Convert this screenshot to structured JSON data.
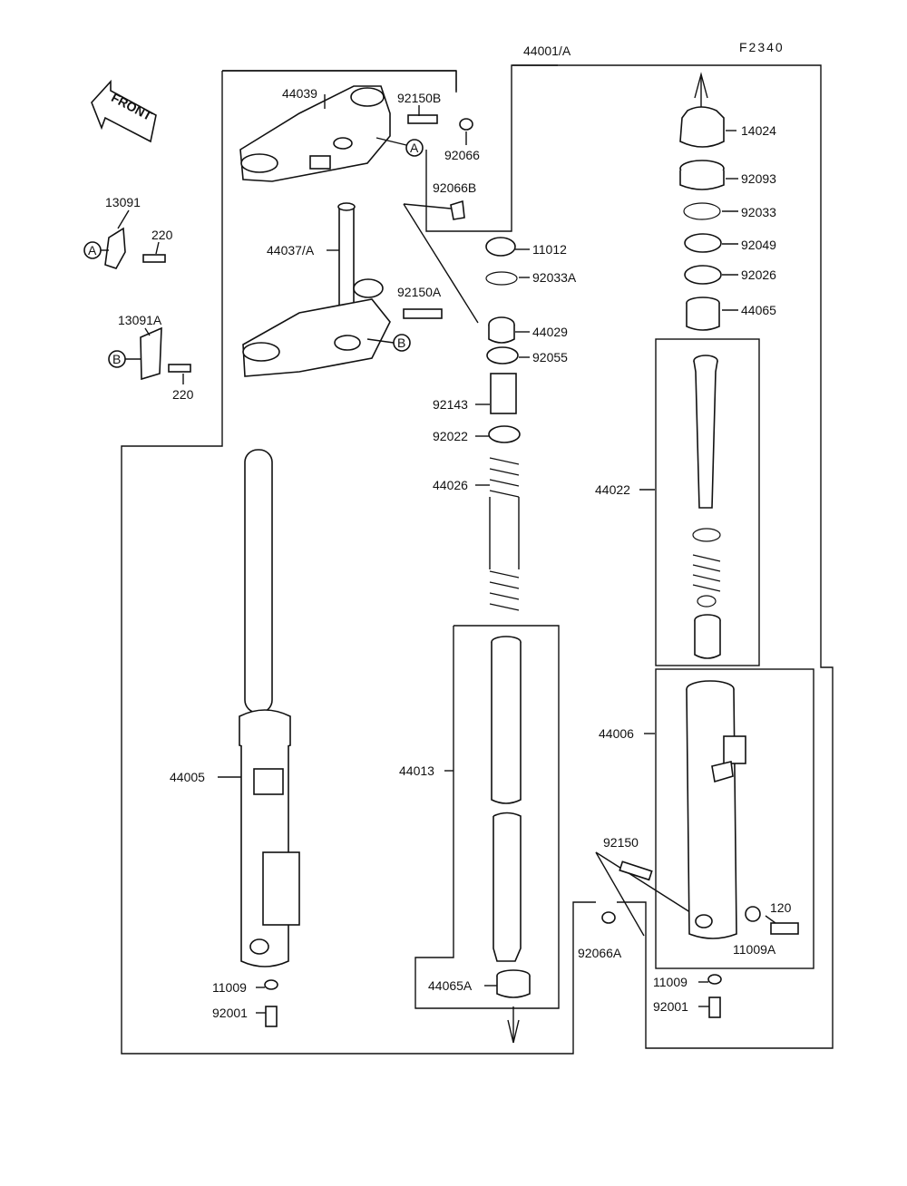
{
  "figure_code": "F2340",
  "front_label": "FRONT",
  "markers": {
    "a": "A",
    "b": "B"
  },
  "labels": {
    "p44001A": "44001/A",
    "p44039": "44039",
    "p92150B": "92150B",
    "p92066": "92066",
    "p92066B": "92066B",
    "p14024": "14024",
    "p92093": "92093",
    "p92033": "92033",
    "p92049": "92049",
    "p92026": "92026",
    "p44065": "44065",
    "p13091": "13091",
    "p220a": "220",
    "p44037A": "44037/A",
    "p11012": "11012",
    "p92033A": "92033A",
    "p92150A": "92150A",
    "p44029": "44029",
    "p13091A": "13091A",
    "p92055": "92055",
    "p220b": "220",
    "p92143": "92143",
    "p92022": "92022",
    "p44026": "44026",
    "p44022": "44022",
    "p44006": "44006",
    "p44005": "44005",
    "p44013": "44013",
    "p92150": "92150",
    "p120": "120",
    "p11009A": "11009A",
    "p92066A": "92066A",
    "p11009a": "11009",
    "p92001a": "92001",
    "p44065A": "44065A",
    "p11009b": "11009",
    "p92001b": "92001"
  }
}
